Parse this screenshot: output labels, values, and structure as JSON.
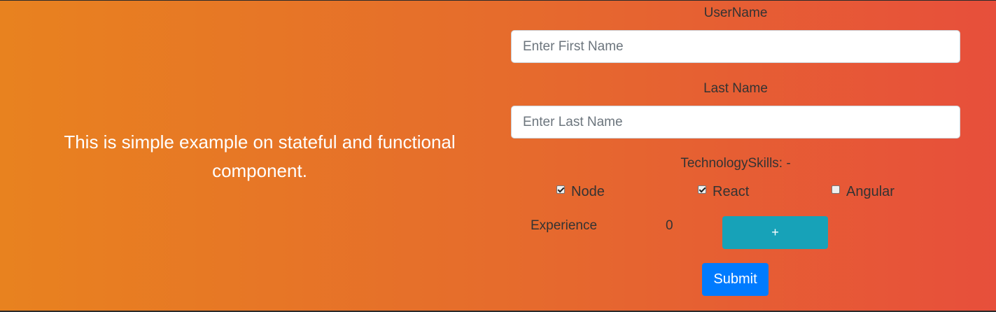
{
  "intro": {
    "text": "This is simple example on stateful and functional component."
  },
  "form": {
    "username_label": "UserName",
    "first_name_placeholder": "Enter First Name",
    "first_name_value": "",
    "last_name_label": "Last Name",
    "last_name_placeholder": "Enter Last Name",
    "last_name_value": "",
    "skills_label": "TechnologySkills: -",
    "skills": [
      {
        "label": "Node",
        "checked": true
      },
      {
        "label": "React",
        "checked": true
      },
      {
        "label": "Angular",
        "checked": false
      }
    ],
    "experience_label": "Experience",
    "experience_value": "0",
    "increment_label": "+",
    "submit_label": "Submit"
  },
  "colors": {
    "gradient_start": "#e8821f",
    "gradient_end": "#e74f3b",
    "increment_button": "#17a2b8",
    "submit_button": "#007bff"
  }
}
